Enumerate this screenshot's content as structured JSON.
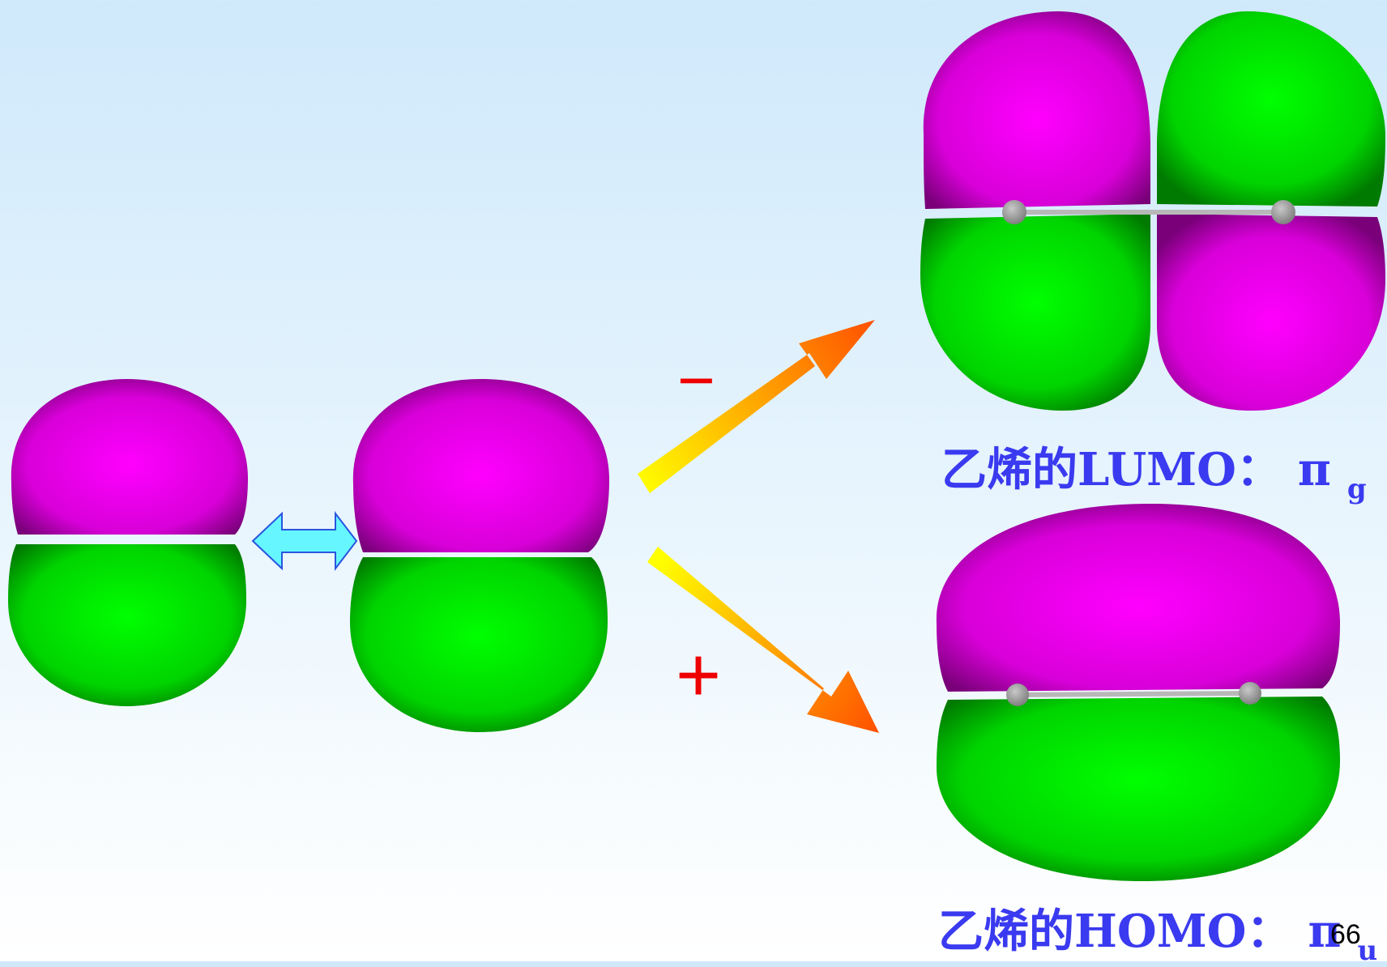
{
  "lumo": {
    "label": "乙烯的LUMO：",
    "pi": "π",
    "sub": "g"
  },
  "homo": {
    "label": "乙烯的HOMO：",
    "pi": "π",
    "sub": "u"
  },
  "combination": {
    "minus": "−",
    "plus": "+"
  },
  "page_number": "66",
  "colors": {
    "positive_lobe": "#ff00ff",
    "negative_lobe": "#00ff00",
    "atom": "#8a8a8a",
    "label": "#3a3af0",
    "sign": "#ee0000",
    "resonance_arrow": "#66f6ff",
    "combination_arrow_start": "#ffff00",
    "combination_arrow_end": "#ff5000"
  }
}
